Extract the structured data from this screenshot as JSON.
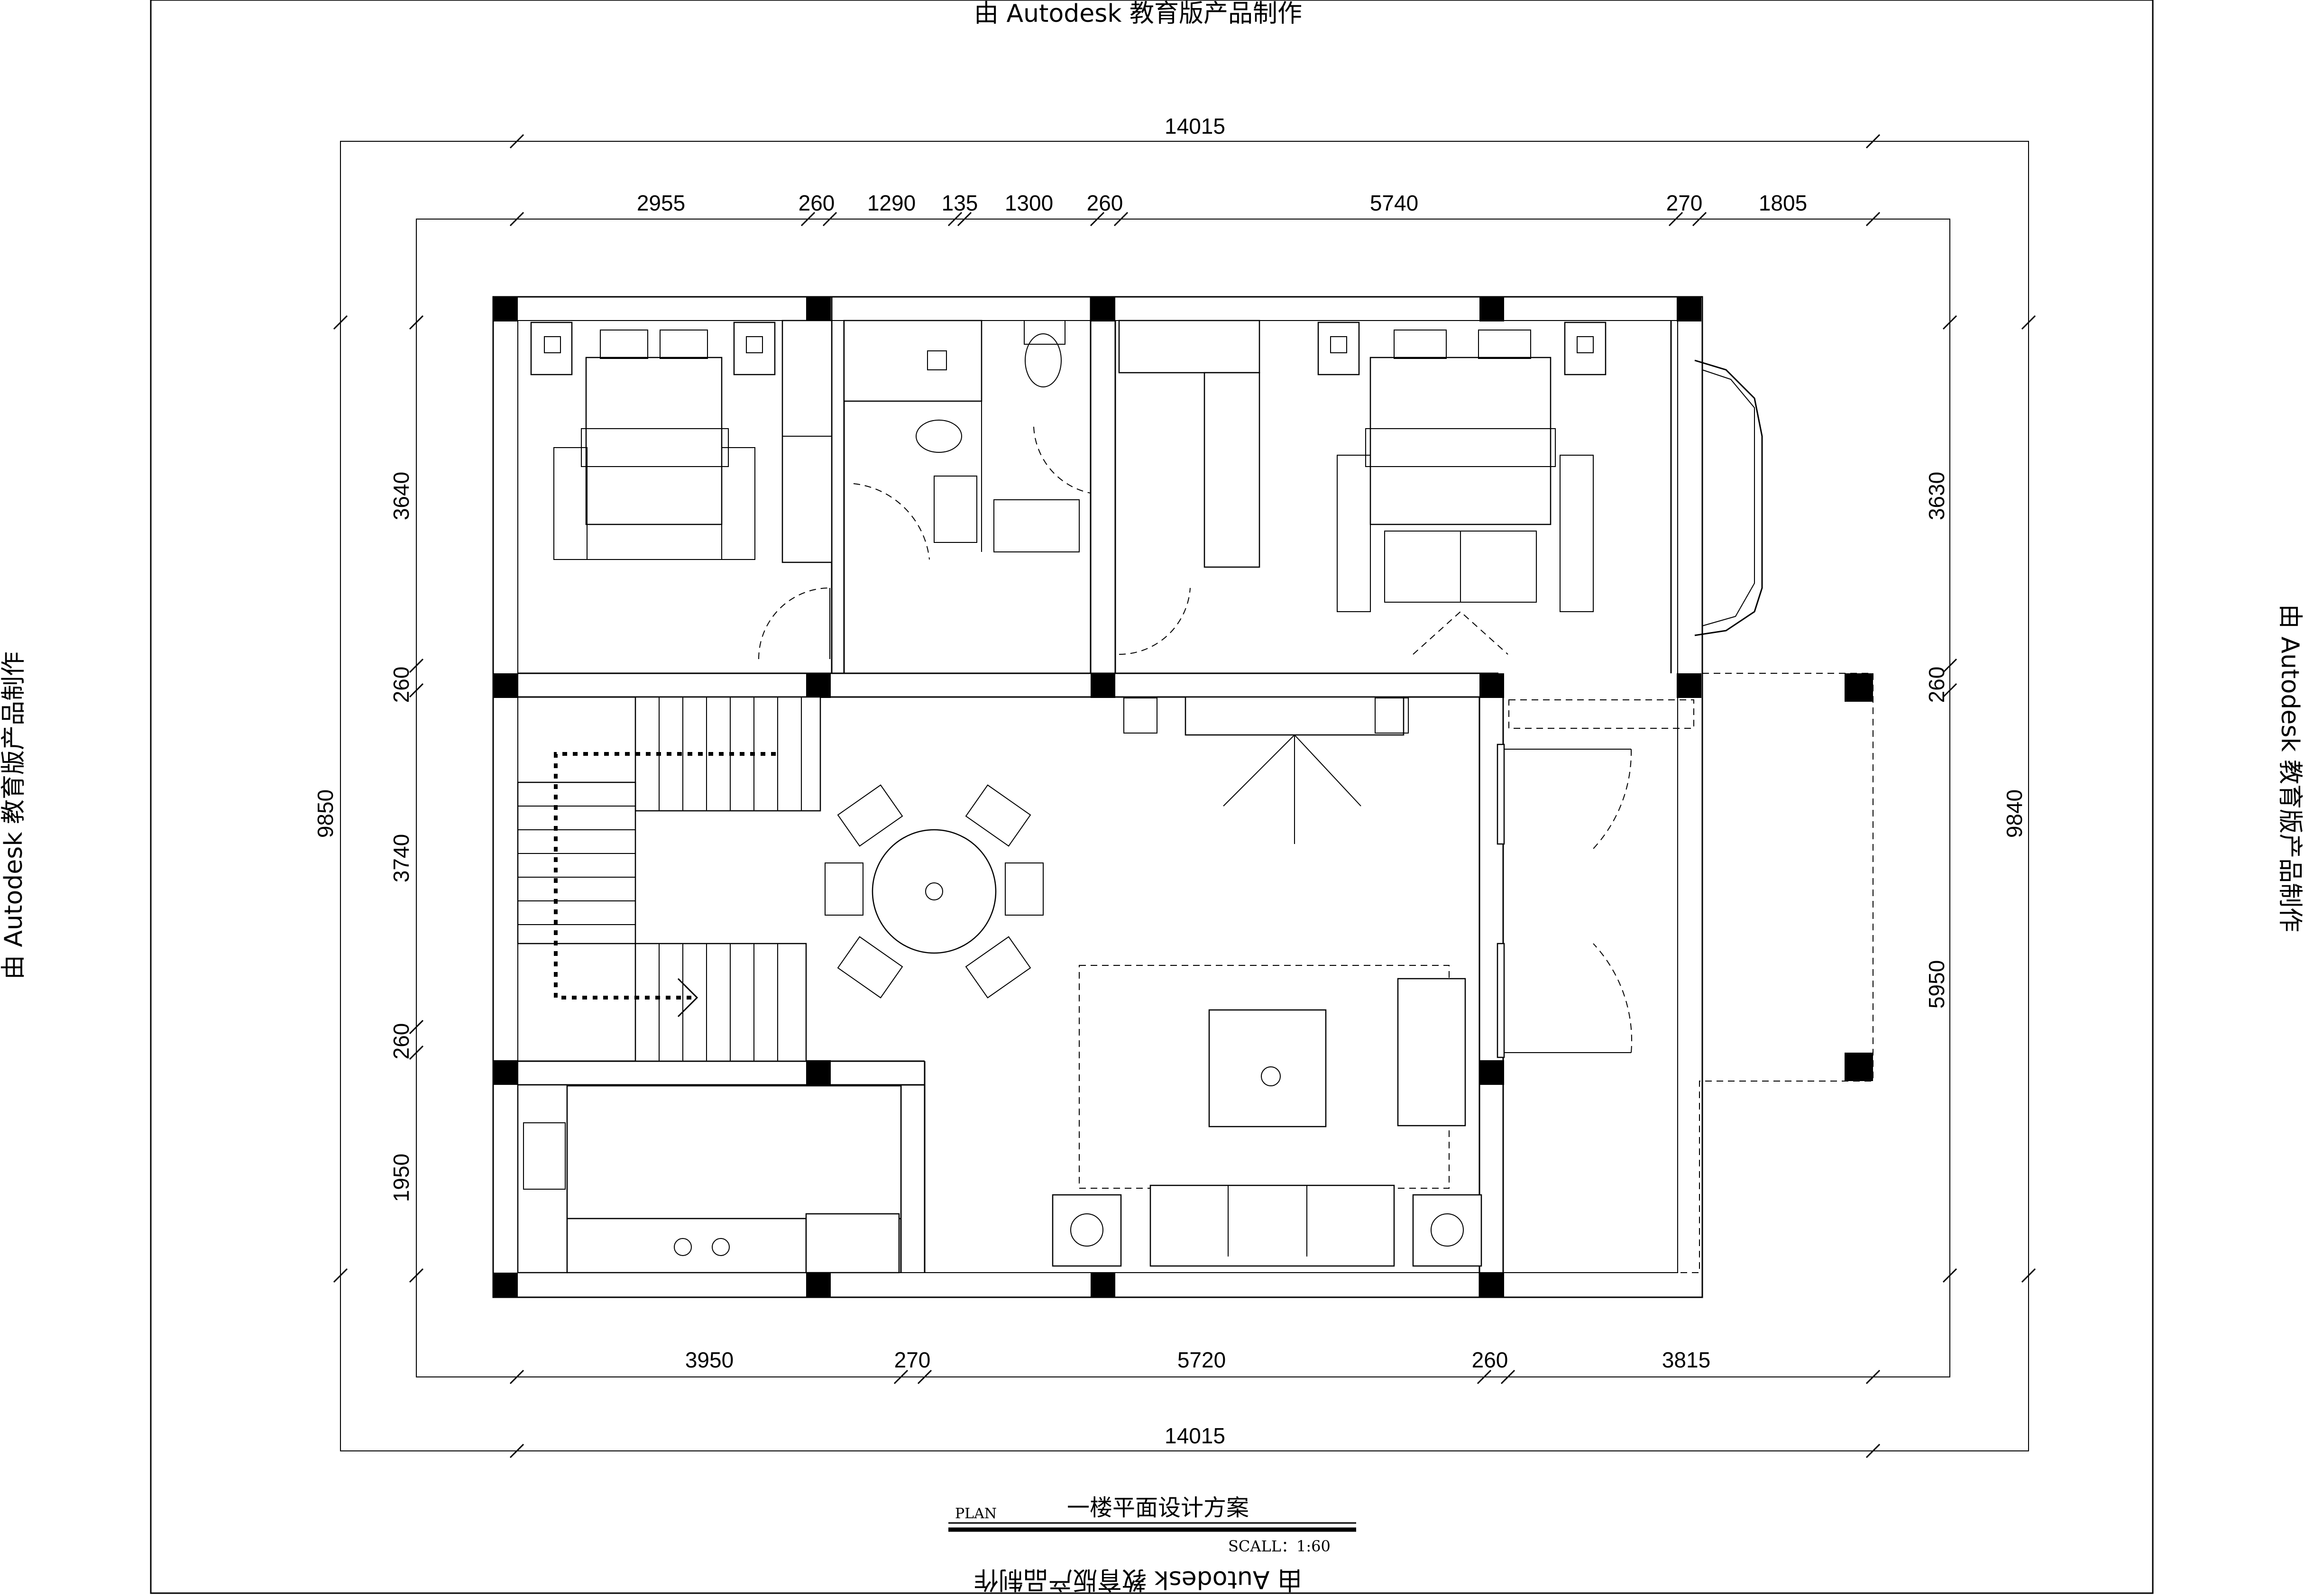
{
  "watermark": {
    "text": "由 Autodesk 教育版产品制作"
  },
  "dimensions": {
    "overall_top": "14015",
    "overall_bottom": "14015",
    "top": [
      "2955",
      "260",
      "1290",
      "135",
      "1300",
      "260",
      "5740",
      "270",
      "1805"
    ],
    "bottom": [
      "3950",
      "270",
      "5720",
      "260",
      "3815"
    ],
    "left": [
      "3640",
      "260",
      "3740",
      "260",
      "1950"
    ],
    "left_total": "9850",
    "right": [
      "3630",
      "260",
      "5950"
    ],
    "right_total": "9840"
  },
  "title_block": {
    "plan_label": "PLAN",
    "title": "一楼平面设计方案",
    "scale": "SCALL：1:60"
  }
}
